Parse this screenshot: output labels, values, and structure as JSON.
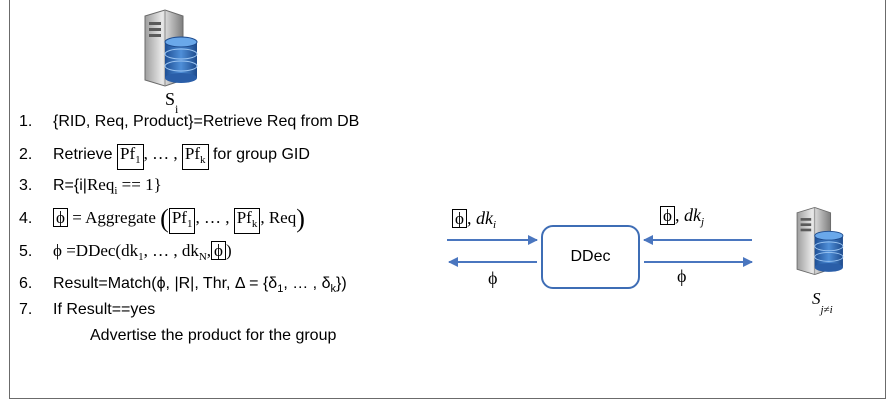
{
  "servers": {
    "local": {
      "label_main": "S",
      "label_sub": "i"
    },
    "remote": {
      "label_main": "S",
      "label_sub": "j≠i"
    }
  },
  "steps": {
    "s1": {
      "num": "1.",
      "text": "{RID, Req, Product}=Retrieve Req from DB"
    },
    "s2": {
      "num": "2.",
      "pre": "Retrieve ",
      "pf": "Pf",
      "sub1": "1",
      "sep": ", … , ",
      "subk": "k",
      "post": " for group GID"
    },
    "s3": {
      "num": "3.",
      "pre": "R={i|",
      "req": "Req",
      "sub": "i",
      "post": " == 1}"
    },
    "s4": {
      "num": "4.",
      "phi": "ϕ",
      "eq": " = Aggregate ",
      "pf": "Pf",
      "sub1": "1",
      "sep": ", … , ",
      "subk": "k",
      "req": ", Req"
    },
    "s5": {
      "num": "5.",
      "pre": "ϕ =DDec(dk",
      "sub1": "1",
      "sep": ", … , dk",
      "subN": "N",
      "comma": ",",
      "phi": "ϕ",
      "post": ")"
    },
    "s6": {
      "num": "6.",
      "pre": "Result=Match(ϕ, |R|, Thr, Δ = {δ",
      "sub1": "1",
      "sep": ", … , δ",
      "subk": "k",
      "post": "})"
    },
    "s7": {
      "num": "7.",
      "text": "If Result==yes"
    },
    "s7b": {
      "text": "Advertise the product for the group"
    }
  },
  "ddec": {
    "label": "DDec"
  },
  "edges": {
    "left_top": {
      "phi": "ϕ",
      "dk": ", dk",
      "sub": "i"
    },
    "left_bottom": {
      "label": "ϕ"
    },
    "right_top": {
      "phi": "ϕ",
      "dk": ", dk",
      "sub": "j"
    },
    "right_bottom": {
      "label": "ϕ"
    }
  },
  "colors": {
    "arrow": "#4a76bf",
    "frame": "#6b6b6b",
    "ddec_border": "#3e6db5"
  }
}
